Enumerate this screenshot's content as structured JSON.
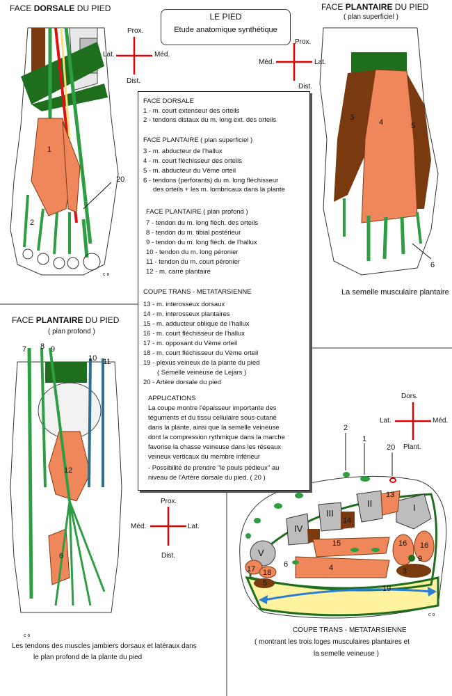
{
  "title": {
    "main": "LE PIED",
    "sub": "Etude anatomique synthétique"
  },
  "panels": {
    "dorsal": {
      "face": "FACE ",
      "bold": "DORSALE",
      "rest": " DU PIED",
      "labels": [
        "1",
        "2",
        "20"
      ]
    },
    "plantar_superficial": {
      "face": "FACE ",
      "bold": "PLANTAIRE",
      "rest": " DU PIED",
      "sub": "( plan superficiel )",
      "labels": [
        "3",
        "4",
        "5",
        "6"
      ],
      "caption": "La semelle musculaire plantaire"
    },
    "plantar_deep": {
      "face": "FACE ",
      "bold": "PLANTAIRE",
      "rest": " DU PIED",
      "sub": "( plan profond )",
      "labels": [
        "7",
        "8",
        "9",
        "10",
        "11",
        "12",
        "6"
      ],
      "caption_1": "Les tendons des muscles jambiers dorsaux et latéraux dans",
      "caption_2": "le plan profond de la plante du pied"
    },
    "cross_section": {
      "labels_top": [
        "2",
        "1",
        "20"
      ],
      "roman": [
        "I",
        "II",
        "III",
        "IV",
        "V"
      ],
      "numbers": [
        "13",
        "14",
        "15",
        "16",
        "16",
        "9",
        "3",
        "17",
        "18",
        "5",
        "6",
        "4",
        "19"
      ],
      "caption_1": "COUPE TRANS - METATARSIENNE",
      "caption_2": "( montrant les trois loges musculaires plantaires et",
      "caption_3": "la semelle veineuse )"
    }
  },
  "orientation": {
    "dorsal": {
      "top": "Prox.",
      "left": "Lat.",
      "right": "Méd.",
      "bottom": "Dist."
    },
    "plantar_superficial": {
      "top": "Prox.",
      "left": "Méd.",
      "right": "Lat.",
      "bottom": "Dist."
    },
    "plantar_deep": {
      "top": "Prox.",
      "left": "Méd.",
      "right": "Lat.",
      "bottom": "Dist."
    },
    "cross_section": {
      "top": "Dors.",
      "left": "Lat.",
      "right": "Méd.",
      "bottom": "Plant."
    }
  },
  "signature": "c o",
  "legend": {
    "h_dorsal": "FACE DORSALE",
    "l1": "1 - m. court extenseur des orteils",
    "l2": "2 - tendons distaux du m. long ext. des orteils",
    "h_plantar_sup": "FACE PLANTAIRE  ( plan superficiel )",
    "l3": "3 - m. abducteur de l'hallux",
    "l4": "4 - m. court fléchisseur des orteils",
    "l5": "5 - m. abducteur du Vème orteil",
    "l6a": "6 - tendons (perforants) du m. long fléchisseur",
    "l6b": "des orteils + les m. lombricaux dans la plante",
    "h_plantar_deep": "FACE PLANTAIRE ( plan profond )",
    "l7": "7 - tendon du m. long fléch. des orteils",
    "l8": "8 - tendon du m. tibial  postérieur",
    "l9": "9 - tendon du m. long fléch. de l'hallux",
    "l10": "10 - tendon du m. long péronier",
    "l11": "11 - tendon du m. court péronier",
    "l12": "12 - m. carré plantaire",
    "h_coupe": "COUPE TRANS - METATARSIENNE",
    "l13": "13 - m. interosseux dorsaux",
    "l14": "14 - m. interosseux plantaires",
    "l15": "15 - m. adducteur oblique de l'hallux",
    "l16": "16 - m. court fléchisseur de l'hallux",
    "l17": "17 - m. opposant  du Vème orteil",
    "l18": "18 - m. court fléchisseur du Vème orteil",
    "l19a": "19 - plexus veineux de la plante du pied",
    "l19b": "( Semelle veineuse de Lejars )",
    "l20": "20 - Artère dorsale du pied",
    "h_app": "APPLICATIONS",
    "a1": "La coupe montre l'épaisseur importante des",
    "a2": "téguments et du tissu cellulaire sous-cutané",
    "a3": "dans la plante, ainsi que la semelle veineuse",
    "a4": "dont la compression rythmique dans la marche",
    "a5": "favorise la chasse veineuse dans les réseaux",
    "a6": "veineux verticaux du membre inférieur",
    "a7": "- Possibilité de prendre \"le pouls pédieux\" au",
    "a8": "niveau de l'Artère dorsale du pied. ( 20 )"
  },
  "colors": {
    "muscle_orange": "#f0875a",
    "muscle_brown": "#7a3a10",
    "tendon_green": "#2e9d44",
    "dark_green": "#1e6e1e",
    "artery_red": "#e01010",
    "bone_grey": "#bdbdbd",
    "vein_yellow": "#fff3a0",
    "arrow_red": "#e00000",
    "blue": "#2a7fd4",
    "teal": "#2f6f8c"
  }
}
